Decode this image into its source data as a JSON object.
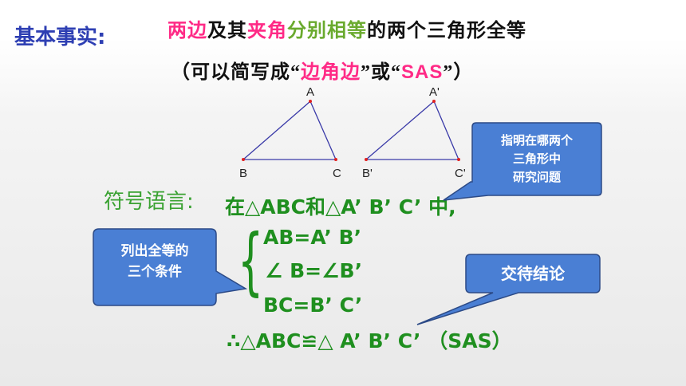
{
  "header": {
    "label": "基本事实:",
    "statement": [
      {
        "text": "两边",
        "style": "pink"
      },
      {
        "text": "及其",
        "style": "plain"
      },
      {
        "text": "夹角",
        "style": "pink"
      },
      {
        "text": "分别相等",
        "style": "green"
      },
      {
        "text": "的两个三角形全等",
        "style": "plain"
      }
    ],
    "abbrev": {
      "open": "（可以简写成",
      "lq": "“",
      "rq": "”",
      "word1": "边角边",
      "mid": "或",
      "word2": "SAS",
      "close": "）"
    }
  },
  "figures": {
    "t1": {
      "A": "A",
      "B": "B",
      "C": "C"
    },
    "t2": {
      "A": "A'",
      "B": "B'",
      "C": "C'"
    },
    "colors": {
      "edge": "#3a3aa8",
      "vertex": "#e02020"
    }
  },
  "symbolic": {
    "label": "符号语言:",
    "intro": "在△ABC和△A’ B’ C’ 中,",
    "conditions": [
      "AB=A’ B’",
      "∠ B=∠B’",
      "BC=B’ C’"
    ],
    "conclusion": "∴△ABC≌△ A’ B’ C’ （SAS）"
  },
  "callouts": {
    "identify": [
      "指明在哪两个",
      "三角形中",
      "研究问题"
    ],
    "list": [
      "列出全等的",
      "三个条件"
    ],
    "conclude": "交待结论",
    "colors": {
      "fill": "#4a7fd4",
      "stroke": "#2c4a86"
    }
  }
}
